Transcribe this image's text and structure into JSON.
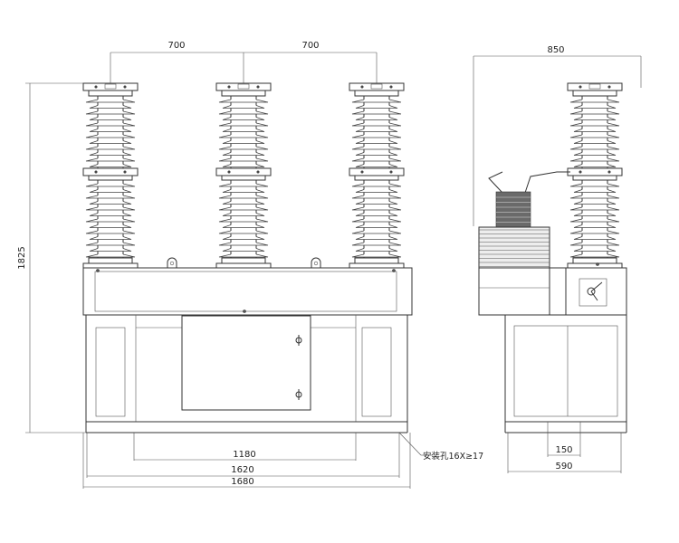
{
  "front_view": {
    "dimensions": {
      "pitch_left": "700",
      "pitch_right": "700",
      "height": "1825",
      "inner_width": "1180",
      "mid_width": "1620",
      "overall_width": "1680"
    },
    "mounting_note": "安装孔16X≥17"
  },
  "side_view": {
    "dimensions": {
      "top_width": "850",
      "slot_width": "150",
      "base_width": "590"
    }
  }
}
